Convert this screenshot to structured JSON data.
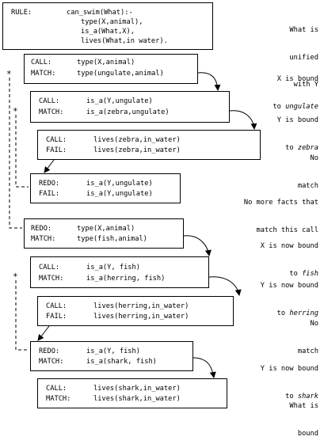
{
  "rule": {
    "label": "RULE:",
    "lines": [
      "can_swim(What):-",
      "type(X,animal),",
      "is_a(What,X),",
      "lives(What,in water)."
    ]
  },
  "rule_note": [
    "What is",
    "unified",
    "with Y"
  ],
  "steps": [
    {
      "k1": "CALL:",
      "v1": "type(X,animal)",
      "k2": "MATCH:",
      "v2": "type(ungulate,animal)"
    },
    {
      "k1": "CALL:",
      "v1": "is_a(Y,ungulate)",
      "k2": "MATCH:",
      "v2": "is_a(zebra,ungulate)"
    },
    {
      "k1": "CALL:",
      "v1": "lives(zebra,in_water)",
      "k2": "FAIL:",
      "v2": "lives(zebra,in_water)"
    },
    {
      "k1": "REDO:",
      "v1": "is_a(Y,ungulate)",
      "k2": "FAIL:",
      "v2": "is_a(Y,ungulate)"
    },
    {
      "k1": "REDO:",
      "v1": "type(X,animal)",
      "k2": "MATCH:",
      "v2": "type(fish,animal)"
    },
    {
      "k1": "CALL:",
      "v1": "is_a(Y, fish)",
      "k2": "MATCH:",
      "v2": "is_a(herring, fish)"
    },
    {
      "k1": "CALL:",
      "v1": "lives(herring,in_water)",
      "k2": "FAIL:",
      "v2": "lives(herring,in_water)"
    },
    {
      "k1": "REDO:",
      "v1": "is_a(Y, fish)",
      "k2": "MATCH:",
      "v2": "is_a(shark, fish)"
    },
    {
      "k1": "CALL:",
      "v1": "lives(shark,in_water)",
      "k2": "MATCH:",
      "v2": "lives(shark,in_water)"
    }
  ],
  "notes": [
    {
      "line1": "X is bound",
      "line2": "to ",
      "em2": "ungulate"
    },
    {
      "line1": "Y is bound",
      "line2": "to ",
      "em2": "zebra"
    },
    {
      "line1": "No",
      "line2": "match",
      "em2": ""
    },
    {
      "line1": "No more facts that",
      "line2": "match this call",
      "em2": ""
    },
    {
      "line1": "X is now bound",
      "line2": "to ",
      "em2": "fish"
    },
    {
      "line1": "Y is now bound",
      "line2": "to ",
      "em2": "herring"
    },
    {
      "line1": "No",
      "line2": "match",
      "em2": ""
    },
    {
      "line1": "Y is now bound",
      "line2": "to ",
      "em2": "shark"
    },
    {
      "line1": "What is",
      "line2": "bound",
      "em2": ""
    }
  ],
  "redo_marker": "*"
}
